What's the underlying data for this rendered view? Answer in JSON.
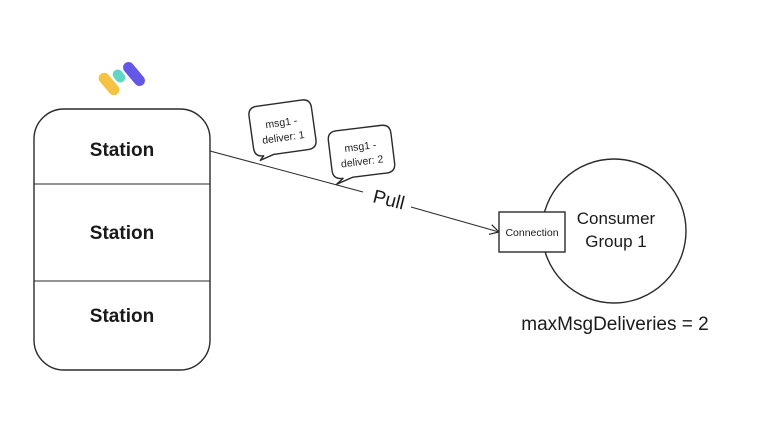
{
  "stations": [
    {
      "label": "Station"
    },
    {
      "label": "Station"
    },
    {
      "label": "Station"
    }
  ],
  "bubbles": [
    {
      "line1": "msg1 -",
      "line2": "deliver: 1"
    },
    {
      "line1": "msg1 -",
      "line2": "deliver: 2"
    }
  ],
  "arrow": {
    "label": "Pull"
  },
  "connection": {
    "label": "Connection"
  },
  "consumer_group": {
    "line1": "Consumer",
    "line2": "Group 1"
  },
  "setting": {
    "label": "maxMsgDeliveries = 2"
  },
  "logo": {
    "colors": {
      "yellow": "#f5c344",
      "teal": "#63d7c4",
      "purple": "#6557e6"
    }
  },
  "colors": {
    "stroke": "#2a2a2a",
    "background": "#ffffff"
  }
}
